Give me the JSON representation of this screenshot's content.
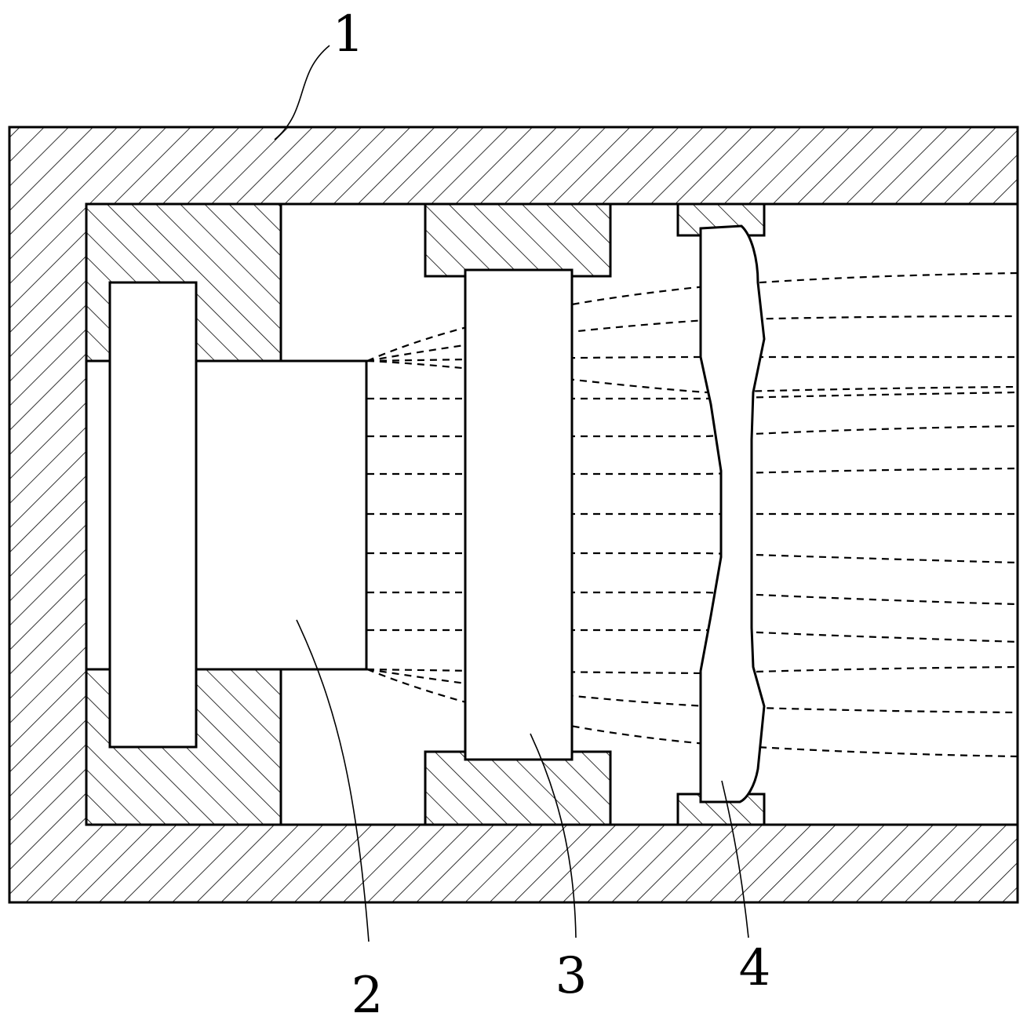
{
  "labels": {
    "housing": "1",
    "laser_source": "2",
    "first_lens": "3",
    "second_lens": "4"
  },
  "colors": {
    "stroke": "#000000",
    "background": "#ffffff"
  }
}
